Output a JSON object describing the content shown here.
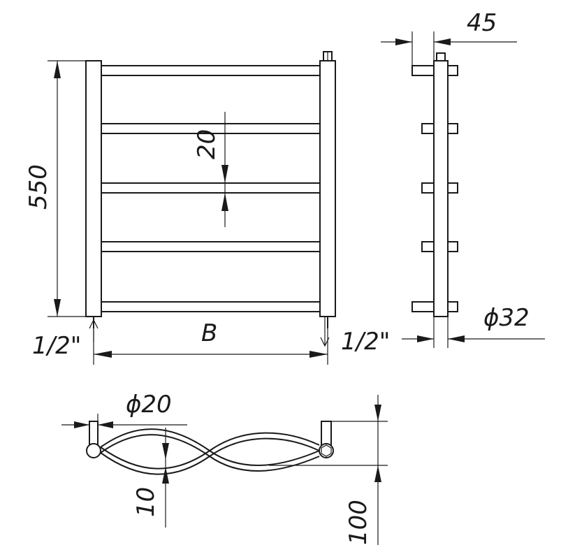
{
  "drawing": {
    "stroke_color": "#1a1a1a",
    "background": "#ffffff",
    "front_view": {
      "crossbar_count": 5,
      "height_label": "550",
      "gap_label": "20",
      "width_label": "B",
      "inlet_label": "1/2\"",
      "outlet_label": "1/2\""
    },
    "side_view": {
      "depth_label": "45",
      "pipe_diameter_label": "ϕ32"
    },
    "top_view": {
      "rod_diameter_label": "ϕ20",
      "rod_gap_label": "10",
      "wall_offset_label": "100"
    }
  }
}
